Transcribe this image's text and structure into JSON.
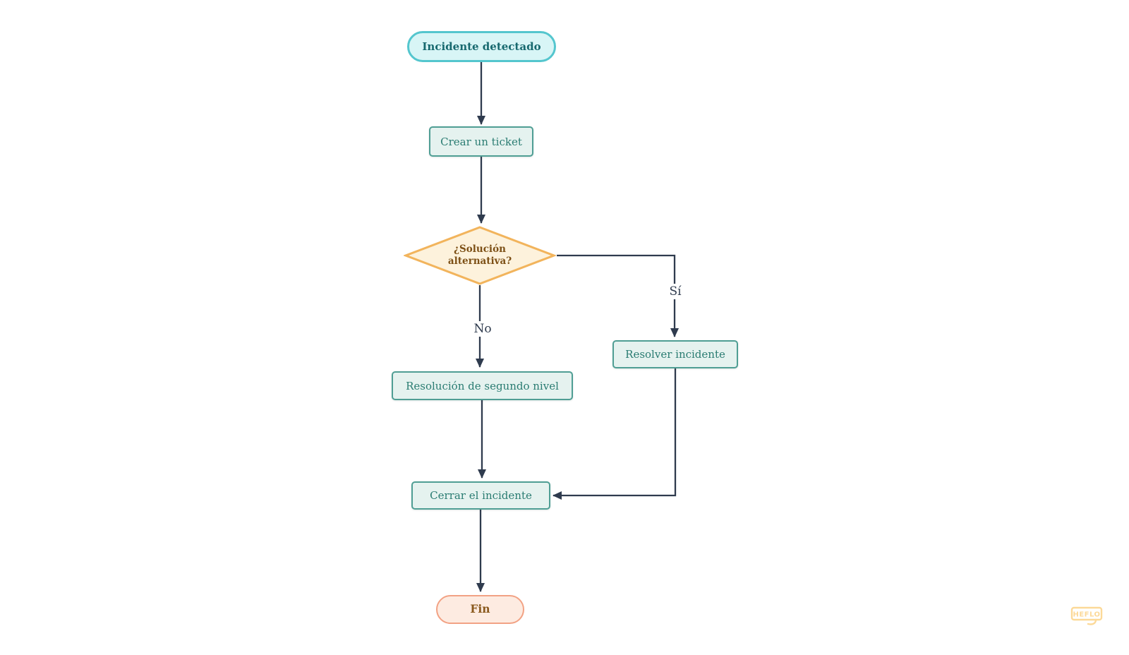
{
  "palette": {
    "background": "#ffffff",
    "edge": "#2f3b4e",
    "start_fill": "#d8f5f6",
    "start_border": "#54c6ce",
    "start_text": "#17696f",
    "process_fill": "#e5f2ef",
    "process_border": "#4f9e94",
    "process_text": "#2a7c72",
    "decision_fill": "#fdf2dc",
    "decision_border": "#f2b45c",
    "decision_text": "#7d5016",
    "end_fill": "#fdebe1",
    "end_border": "#f2a284",
    "end_text": "#8a591d",
    "logo": "#fcd998"
  },
  "nodes": {
    "start": {
      "type": "start",
      "label": "Incidente detectado"
    },
    "create_ticket": {
      "type": "process",
      "label": "Crear un ticket"
    },
    "decision": {
      "type": "decision",
      "label": "¿Solución alternativa?"
    },
    "resolve_incident": {
      "type": "process",
      "label": "Resolver incidente"
    },
    "second_level": {
      "type": "process",
      "label": "Resolución de segundo nivel"
    },
    "close_incident": {
      "type": "process",
      "label": "Cerrar el incidente"
    },
    "end": {
      "type": "end",
      "label": "Fin"
    }
  },
  "edges": [
    {
      "from": "start",
      "to": "create_ticket",
      "label": ""
    },
    {
      "from": "create_ticket",
      "to": "decision",
      "label": ""
    },
    {
      "from": "decision",
      "to": "resolve_incident",
      "label": "Sí"
    },
    {
      "from": "decision",
      "to": "second_level",
      "label": "No"
    },
    {
      "from": "resolve_incident",
      "to": "close_incident",
      "label": ""
    },
    {
      "from": "second_level",
      "to": "close_incident",
      "label": ""
    },
    {
      "from": "close_incident",
      "to": "end",
      "label": ""
    }
  ],
  "watermark": {
    "text": "HEFLO"
  }
}
